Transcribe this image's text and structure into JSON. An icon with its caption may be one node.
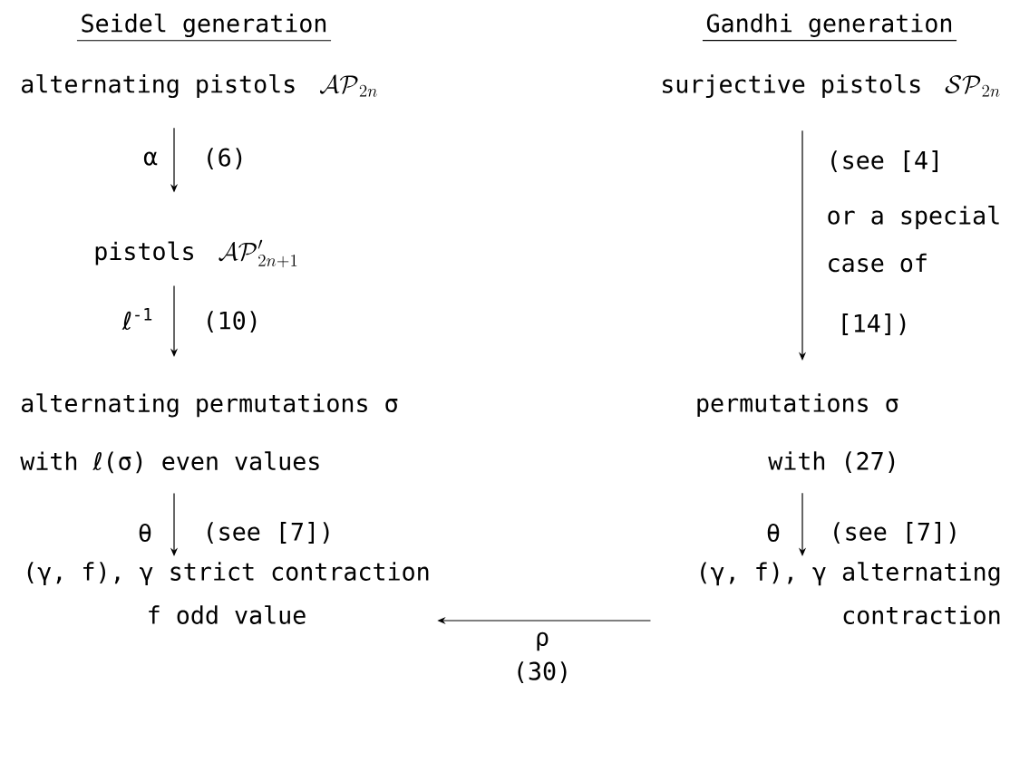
{
  "diagram": {
    "nodes": [
      {
        "text": [
          "alternating pistols",
          "\\mathcal{AP}_{2n}"
        ]
      },
      {
        "text": [
          "pistols",
          "\\mathcal{AP}'_{2n+1}"
        ]
      },
      {
        "text": [
          "alternating permutations σ with ℓ(σ) even values"
        ]
      },
      {
        "text": [
          "(γ, f), γ strict contraction f odd value"
        ]
      },
      {
        "text": [
          "surjective pistols",
          "\\mathcal{SP}_{2n}"
        ]
      },
      {
        "text": [
          "permutations σ with (27)"
        ]
      },
      {
        "text": [
          "(γ, f), γ alternating contraction"
        ]
      }
    ],
    "edges": [
      {
        "from": 0,
        "to": 1,
        "arrow": "to",
        "label": "α"
      },
      {
        "from": 1,
        "to": 2,
        "arrow": "to",
        "label": "ℓ$^{-1}$"
      },
      {
        "from": 2,
        "to": 3,
        "arrow": "to",
        "label": "θ"
      },
      {
        "from": 4,
        "to": 5,
        "arrow": "to"
      },
      {
        "from": 5,
        "to": 6,
        "arrow": "to",
        "label": "θ"
      },
      {
        "from": 6,
        "to": 3,
        "arrow": "to",
        "label": "ρ"
      }
    ],
    "labels": [
      "Seidel generation",
      "Gandhi generation",
      "(6)",
      "(10)",
      "(see [4]",
      "or a special",
      "case of",
      "[14])",
      "(see [7])",
      "(see [7])",
      "(30)"
    ]
  }
}
